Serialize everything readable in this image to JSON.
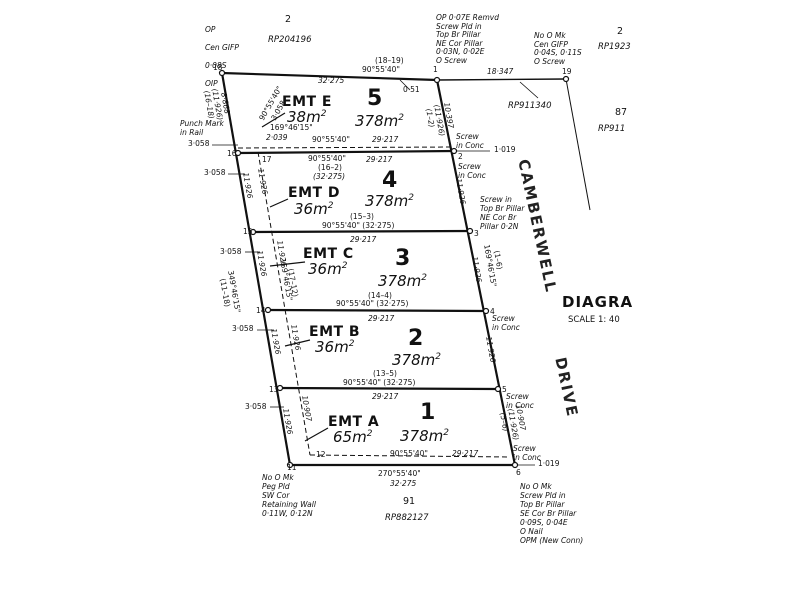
{
  "header": {
    "top_lot": "2",
    "top_plan": "RP204196",
    "right_lot": "2",
    "right_plan": "RP1923",
    "right_lot2": "87",
    "right_plan2": "RP911",
    "bottom_lot": "91",
    "bottom_plan": "RP882127"
  },
  "diagram": {
    "title": "DIAGRA",
    "scale": "SCALE 1: 40"
  },
  "roads": {
    "camberwell": "CAMBERWELL",
    "drive": "DRIVE"
  },
  "lots": [
    {
      "number": "5",
      "easement": "EMT E",
      "emt_area": "38",
      "area": "378"
    },
    {
      "number": "4",
      "easement": "EMT D",
      "emt_area": "36",
      "area": "378"
    },
    {
      "number": "3",
      "easement": "EMT C",
      "emt_area": "36",
      "area": "378"
    },
    {
      "number": "2",
      "easement": "EMT B",
      "emt_area": "36",
      "area": "378"
    },
    {
      "number": "1",
      "easement": "EMT A",
      "emt_area": "65",
      "area": "378"
    }
  ],
  "area_unit": "m",
  "points": {
    "p18": "18",
    "p1": "1",
    "p19": "19",
    "p16": "16",
    "p17": "17",
    "p2": "2",
    "p15": "15",
    "p3": "3",
    "p14": "14",
    "p4": "4",
    "p13": "13",
    "p5": "5",
    "p11": "11",
    "p12": "12",
    "p6": "6"
  },
  "notes": {
    "op_topleft": [
      "OP",
      "Cen GIFP",
      "0·08S",
      "OIP"
    ],
    "op_top": [
      "OP 0·07E Remvd",
      "Screw Pld in",
      "Top Br Pillar",
      "NE Cor Pillar",
      "0·03N, 0·02E",
      "O Screw"
    ],
    "nomk_top": [
      "No O Mk",
      "Cen GIFP",
      "0·04S, 0·11S",
      "O Screw"
    ],
    "rp_mid": "RP911340",
    "punch": [
      "Punch Mark",
      "in Rail"
    ],
    "screw2": [
      "Screw",
      "in Conc"
    ],
    "screw2b": [
      "Screw",
      "in Conc"
    ],
    "screw3": [
      "Screw in",
      "Top Br Pillar",
      "NE Cor Br",
      "Pillar 0·2N"
    ],
    "screw4": [
      "Screw",
      "in Conc"
    ],
    "screw5": [
      "Screw",
      "in Conc"
    ],
    "screw6": [
      "Screw",
      "in Conc"
    ],
    "nomk_bottomleft": [
      "No O Mk",
      "Peg Pld",
      "SW Cor",
      "Retaining Wall",
      "0·11W, 0·12N"
    ],
    "nomk_bottomright": [
      "No O Mk",
      "Screw Pld in",
      "Top Br Pillar",
      "SE Cor Br Pillar",
      "0·09S, 0·04E",
      "O Nail",
      "OPM (New Conn)"
    ]
  },
  "dims": {
    "top_bearing": "90°55'40\"",
    "top_brg_orig": "(18–19)",
    "top_dist": "32·275",
    "top_right_dist": "18·347",
    "top_offset": "0·51",
    "l5_bottom": "90°55'40\"",
    "l5_bottom_dist": "29·217",
    "l4_top_brg": "90°55'40\"",
    "l4_top_orig": "(16–2)",
    "l4_top_dist2": "(32·275)",
    "l4_top_dist": "29·217",
    "l3_top_orig": "(15–3)",
    "l3_top": "90°55'40\" (32·275)",
    "l3_top_dist": "29·217",
    "l2_top_orig": "(14–4)",
    "l2_top": "90°55'40\" (32·275)",
    "l2_top_dist": "29·217",
    "l1_top_orig": "(13–5)",
    "l1_top": "90°55'40\" (32·275)",
    "l1_top_dist": "29·217",
    "l1_bottom": "90°55'40\"",
    "l1_bottom_dist": "29·217",
    "bottom_brg": "270°55'40\"",
    "bottom_dist": "32·275",
    "side_left_a": "11·926",
    "side_left_b": "10·907",
    "side_right": "11·926",
    "right_upper": "10·397",
    "right_upper_orig": "(11·926)",
    "right_upper_orig2": "(1–2)",
    "right_brg": "169°46'15\"",
    "right_brg_orig": "(1–6)",
    "right_lower": "10·907",
    "right_lower_orig": "(11·926)",
    "right_lower_orig2": "(5–6)",
    "left_top": "8·868",
    "left_top_orig": "(11·926)",
    "left_top_orig2": "(16–18)",
    "emt_brg": "90°55'40\"",
    "emt_brg2": "3·058",
    "emt_brg3": "169°46'15\"",
    "emt_dist": "2·039",
    "ofs_1019a": "1·019",
    "ofs_1019b": "1·019",
    "ofs_3058": "3·058",
    "left_brg": "349°46'15\"",
    "left_brg_orig": "(11–18)",
    "mid_brg": "169°46'15\"",
    "mid_brg_orig": "(17–12)"
  }
}
